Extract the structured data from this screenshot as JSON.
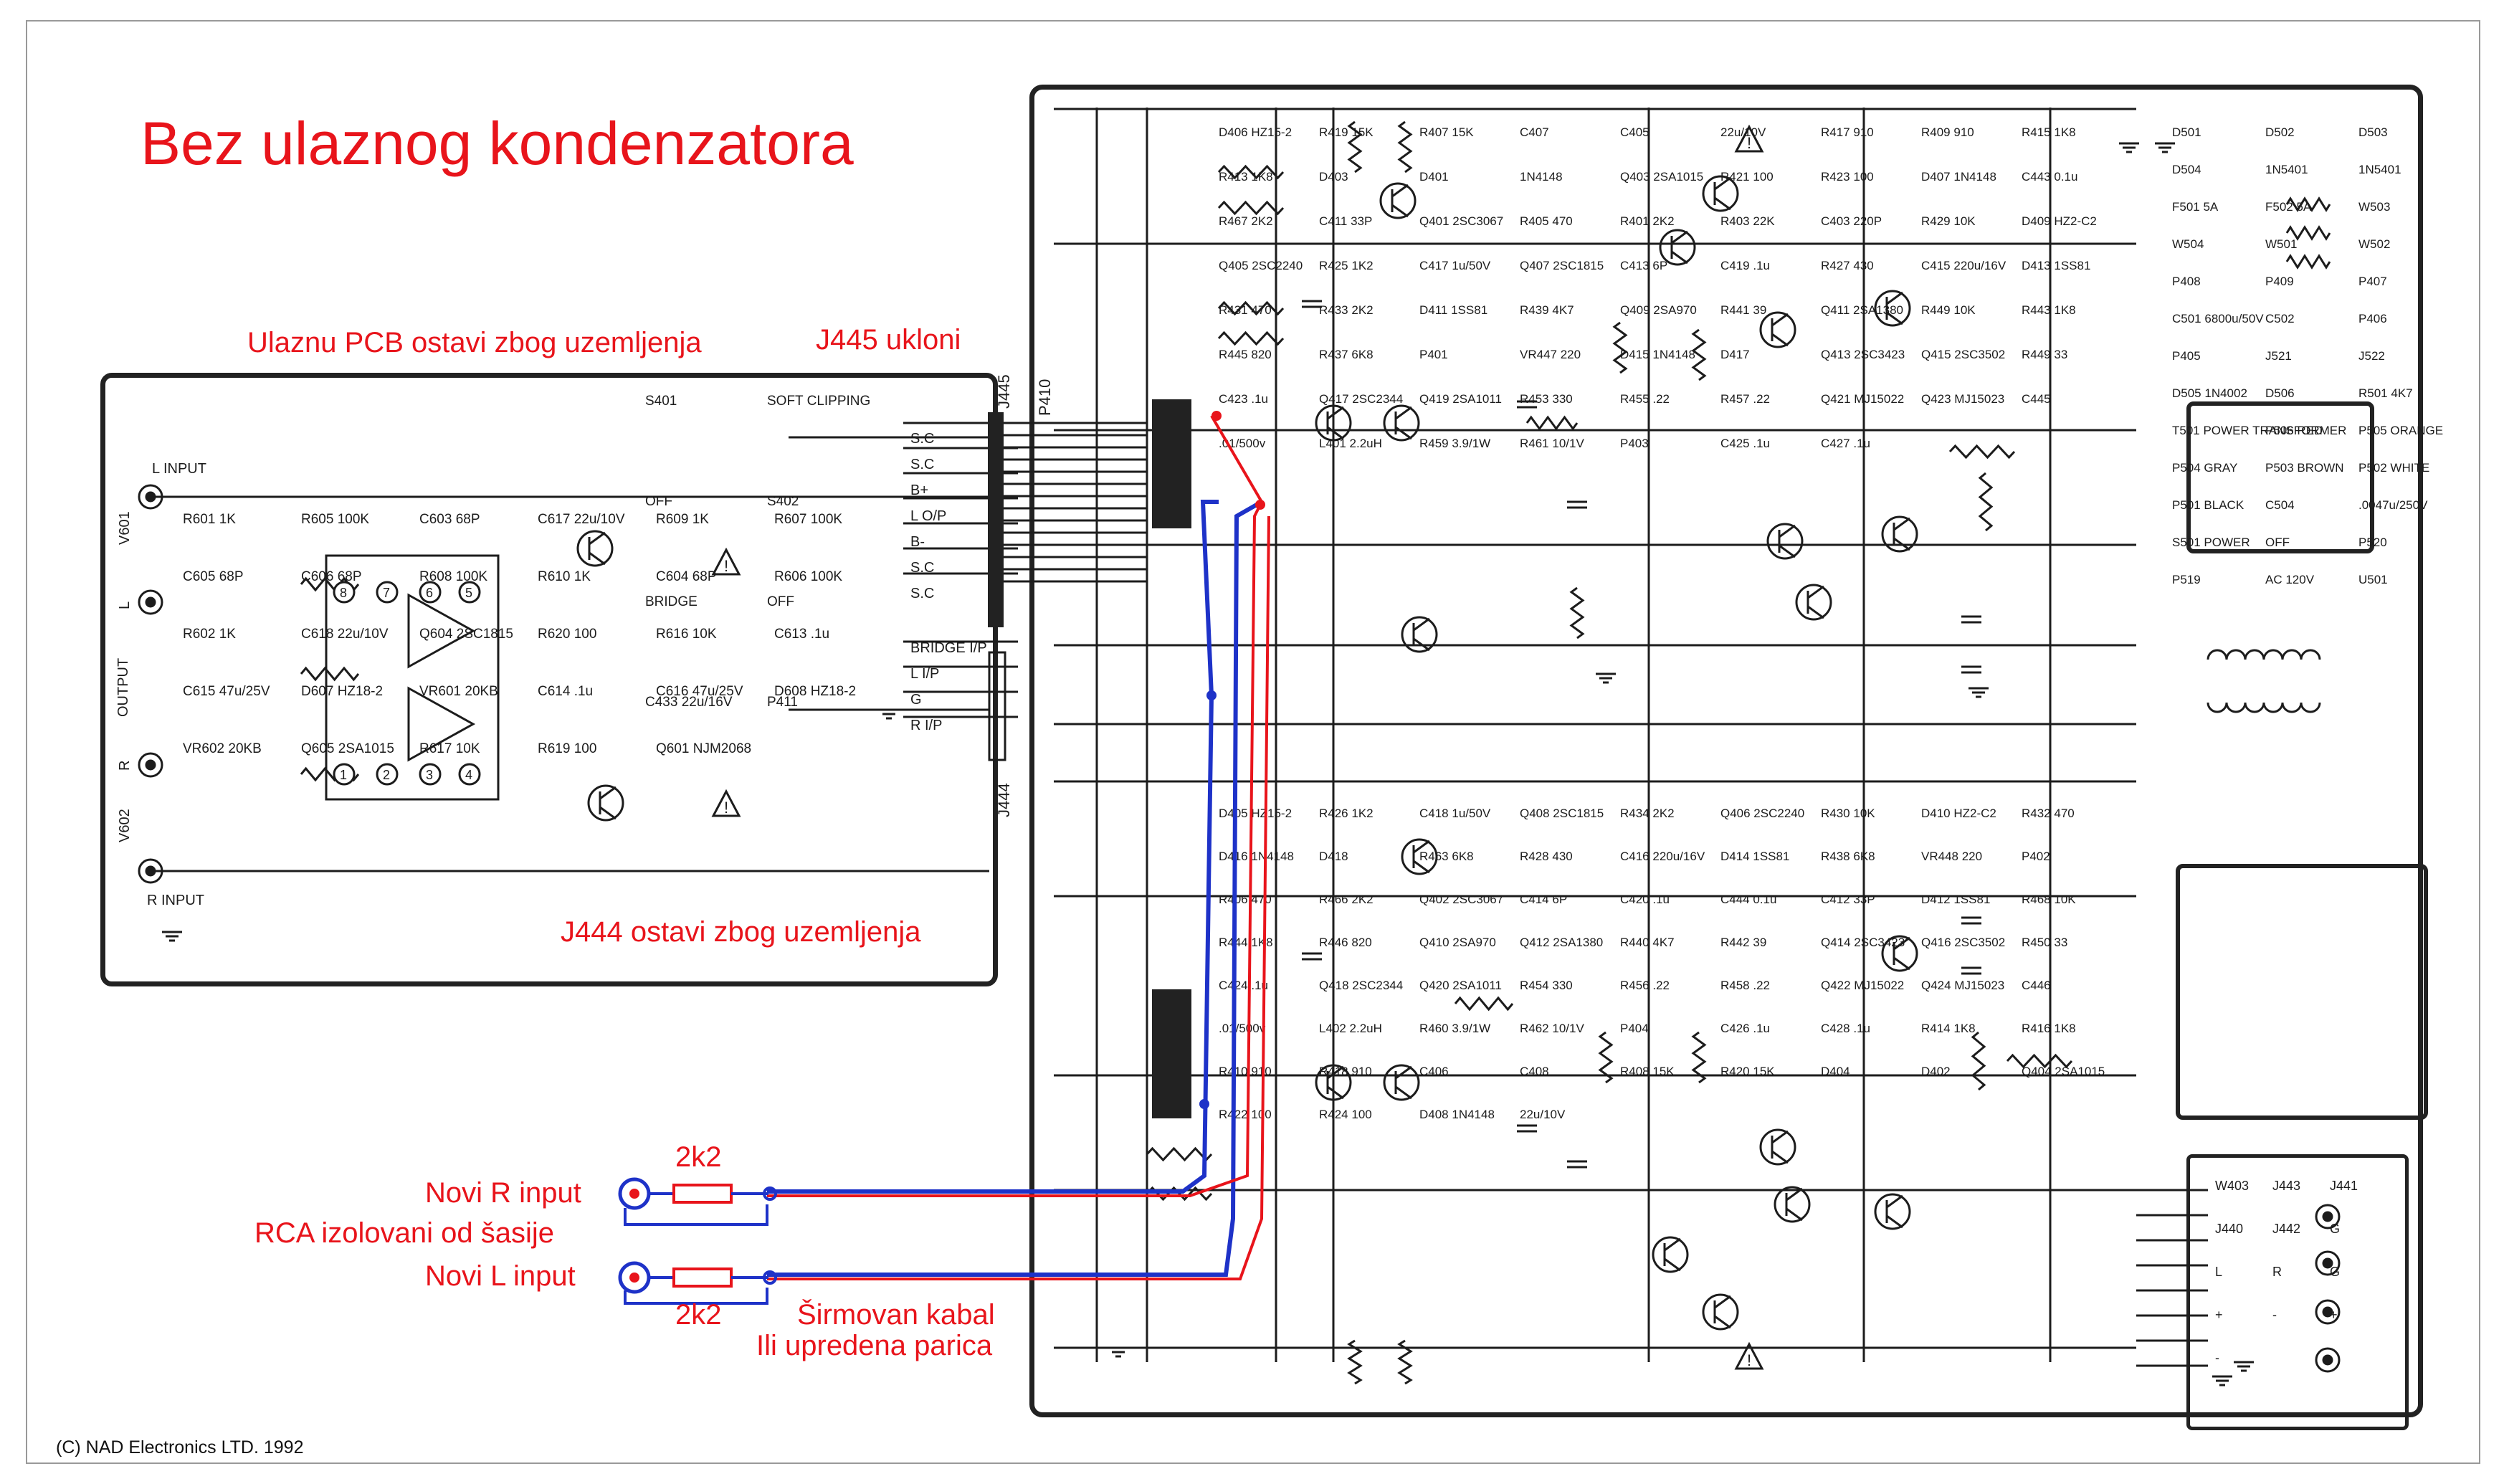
{
  "notes": {
    "title": "Bez ulaznog kondenzatora",
    "input_pcb": "Ulaznu PCB ostavi zbog uzemljenja",
    "j445": "J445 ukloni",
    "j444": "J444 ostavi zbog uzemljenja",
    "novi_r": "Novi R input",
    "rca": "RCA izolovani od šasije",
    "novi_l": "Novi L input",
    "res_top": "2k2",
    "res_bottom": "2k2",
    "cable1": "Širmovan kabal",
    "cable2": "Ili upredena parica"
  },
  "copyright": "(C) NAD Electronics LTD.  1992",
  "input_board": {
    "jacks": [
      "L INPUT",
      "V601",
      "L",
      "OUTPUT",
      "R",
      "V602",
      "R INPUT"
    ],
    "parts": [
      "R601 1K",
      "R605 100K",
      "C603 68P",
      "C617 22u/10V",
      "R609 1K",
      "R607 100K",
      "C605 68P",
      "C606 68P",
      "R608 100K",
      "R610 1K",
      "C604 68P",
      "R606 100K",
      "R602 1K",
      "C618 22u/10V",
      "Q604 2SC1815",
      "R620 100",
      "R616 10K",
      "C613 .1u",
      "C615 47u/25V",
      "D607 HZ18-2",
      "VR601 20KB",
      "C614 .1u",
      "C616 47u/25V",
      "D608 HZ18-2",
      "VR602 20KB",
      "Q605 2SA1015",
      "R617 10K",
      "R619 100",
      "Q601 NJM2068"
    ],
    "ic_pins": [
      "8",
      "7",
      "6",
      "5",
      "1",
      "2",
      "3",
      "4"
    ],
    "switches": [
      "S401",
      "SOFT CLIPPING",
      "OFF",
      "S402",
      "BRIDGE",
      "OFF",
      "C433 22u/16V",
      "P411"
    ],
    "connector_labels": [
      "S.C",
      "S.C",
      "B+",
      "L O/P",
      "B-",
      "S.C",
      "S.C",
      "BRIDGE I/P",
      "L I/P",
      "G",
      "R I/P"
    ]
  },
  "connectors": [
    "J445",
    "P410",
    "J444"
  ],
  "amp_upper": [
    "D406 HZ15-2",
    "R419 15K",
    "R407 15K",
    "C407",
    "C405",
    "22u/10V",
    "R417 910",
    "R409 910",
    "R415 1K8",
    "R413 1K8",
    "D403",
    "D401",
    "1N4148",
    "Q403 2SA1015",
    "R421 100",
    "R423 100",
    "D407 1N4148",
    "C443 0.1u",
    "R467 2K2",
    "C411 33P",
    "Q401 2SC3067",
    "R405 470",
    "R401 2K2",
    "R403 22K",
    "C403 220P",
    "R429 10K",
    "D409 HZ2-C2",
    "Q405 2SC2240",
    "R425 1K2",
    "C417 1u/50V",
    "Q407 2SC1815",
    "C413 6P",
    "C419 .1u",
    "R427 430",
    "C415 220u/16V",
    "D413 1SS81",
    "R431 470",
    "R433 2K2",
    "D411 1SS81",
    "R439 4K7",
    "Q409 2SA970",
    "R441 39",
    "Q411 2SA1380",
    "R449 10K",
    "R443 1K8",
    "R445 820",
    "R437 6K8",
    "P401",
    "VR447 220",
    "D415 1N4148",
    "D417",
    "Q413 2SC3423",
    "Q415 2SC3502",
    "R449 33",
    "C423 .1u",
    "Q417 2SC2344",
    "Q419 2SA1011",
    "R453 330",
    "R455 .22",
    "R457 .22",
    "Q421 MJ15022",
    "Q423 MJ15023",
    "C445",
    ".01/500v",
    "L401 2.2uH",
    "R459 3.9/1W",
    "R461 10/1V",
    "P403",
    "C425 .1u",
    "C427 .1u"
  ],
  "amp_lower": [
    "D405 HZ15-2",
    "R426 1K2",
    "C418 1u/50V",
    "Q408 2SC1815",
    "R434 2K2",
    "Q406 2SC2240",
    "R430 10K",
    "D410 HZ2-C2",
    "R432 470",
    "D416 1N4148",
    "D418",
    "R463 6K8",
    "R428 430",
    "C416 220u/16V",
    "D414 1SS81",
    "R438 6K8",
    "VR448 220",
    "P402",
    "R406 470",
    "R466 2K2",
    "Q402 2SC3067",
    "C414 6P",
    "C420 .1u",
    "C444 0.1u",
    "C412 33P",
    "D412 1SS81",
    "R468 10K",
    "R444 1K8",
    "R446 820",
    "Q410 2SA970",
    "Q412 2SA1380",
    "R440 4K7",
    "R442 39",
    "Q414 2SC3423",
    "Q416 2SC3502",
    "R450 33",
    "C424 .1u",
    "Q418 2SC2344",
    "Q420 2SA1011",
    "R454 330",
    "R456 .22",
    "R458 .22",
    "Q422 MJ15022",
    "Q424 MJ15023",
    "C446",
    ".01/500v",
    "L402 2.2uH",
    "R460 3.9/1W",
    "R462 10/1V",
    "P404",
    "C426 .1u",
    "C428 .1u",
    "R414 1K8",
    "R416 1K8",
    "R410 910",
    "R418 910",
    "C406",
    "C408",
    "R408 15K",
    "R420 15K",
    "D404",
    "D402",
    "Q404 2SA1015",
    "R422 100",
    "R424 100",
    "D408 1N4148",
    "22u/10V"
  ],
  "power": [
    "D501",
    "D502",
    "D503",
    "D504",
    "1N5401",
    "1N5401",
    "F501 5A",
    "F502 5A",
    "W503",
    "W504",
    "W501",
    "W502",
    "P408",
    "P409",
    "P407",
    "C501 6800u/50V",
    "C502",
    "P406",
    "P405",
    "J521",
    "J522",
    "D505 1N4002",
    "D506",
    "R501 4K7",
    "T501 POWER TRANSFORMER",
    "P506 RED",
    "P505 ORANGE",
    "P504 GRAY",
    "P503 BROWN",
    "P502 WHITE",
    "P501 BLACK",
    "C504",
    ".0047u/250V",
    "S501 POWER",
    "OFF",
    "P520",
    "P519",
    "AC 120V",
    "U501"
  ],
  "speaker": [
    "W403",
    "J443",
    "J441",
    "J440",
    "J442",
    "G",
    "L",
    "R",
    "G",
    "+",
    "-",
    "+",
    "-"
  ],
  "colors": {
    "annotation": "#e8141b",
    "signal": "#1e32c8",
    "ink": "#1c1c1c"
  }
}
